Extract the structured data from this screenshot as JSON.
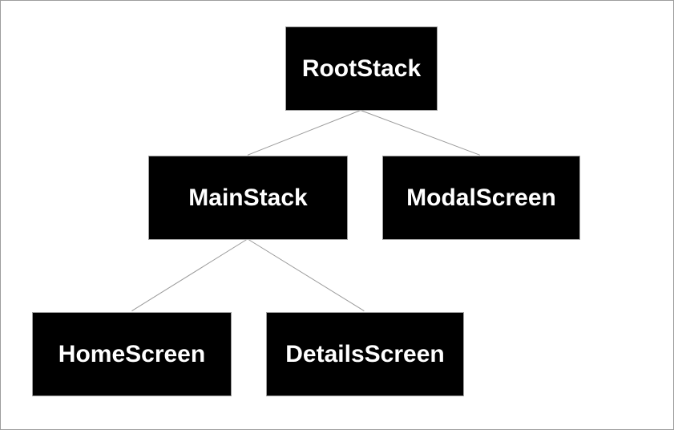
{
  "diagram": {
    "type": "tree",
    "nodes": [
      {
        "id": "rootstack",
        "label": "RootStack"
      },
      {
        "id": "mainstack",
        "label": "MainStack"
      },
      {
        "id": "modalscreen",
        "label": "ModalScreen"
      },
      {
        "id": "homescreen",
        "label": "HomeScreen"
      },
      {
        "id": "detailsscreen",
        "label": "DetailsScreen"
      }
    ],
    "edges": [
      {
        "from": "rootstack",
        "to": "mainstack"
      },
      {
        "from": "rootstack",
        "to": "modalscreen"
      },
      {
        "from": "mainstack",
        "to": "homescreen"
      },
      {
        "from": "mainstack",
        "to": "detailsscreen"
      }
    ],
    "colors": {
      "node_fill": "#000000",
      "node_border": "#9e9e9e",
      "node_text": "#ffffff",
      "edge_line": "#999999",
      "background": "#ffffff",
      "canvas_border": "#9e9e9e"
    }
  }
}
